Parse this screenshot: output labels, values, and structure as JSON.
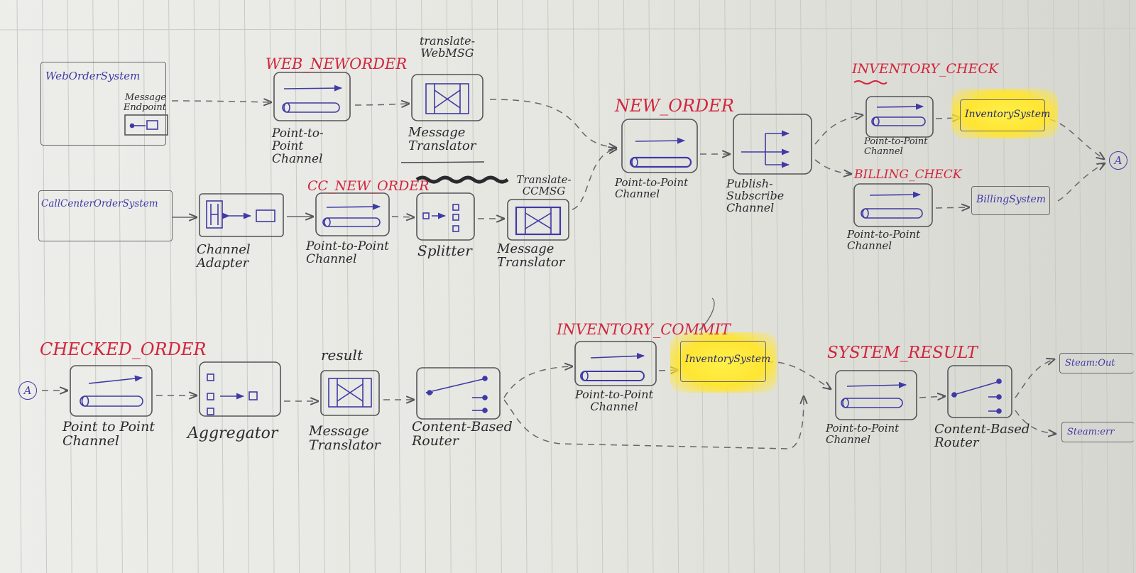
{
  "diagram": {
    "systems": {
      "web_order_system": "WebOrderSystem",
      "message_endpoint": "Message Endpoint",
      "call_center_system": "CallCenterOrderSystem",
      "inventory_system_1": "InventorySystem",
      "billing_system": "BillingSystem",
      "inventory_system_2": "InventorySystem",
      "stream_out": "Steam:Out",
      "stream_err": "Steam:err"
    },
    "channel_names": {
      "web_new_order": "WEB_NEWORDER",
      "translate_web_msg": "translate-WebMSG",
      "cc_new_order": "CC_NEW_ORDER",
      "translate_cc_msg": "Translate-CCMSG",
      "new_order": "NEW_ORDER",
      "inventory_check": "INVENTORY_CHECK",
      "billing_check": "BILLING_CHECK",
      "checked_order": "CHECKED_ORDER",
      "result": "result",
      "inventory_commit": "INVENTORY_COMMIT",
      "system_result": "SYSTEM_RESULT"
    },
    "component_labels": {
      "web_p2p": "Point-to-Point Channel",
      "web_translator": "Message Translator",
      "channel_adapter": "Channel Adapter",
      "cc_p2p": "Point-to-Point Channel",
      "splitter": "Splitter",
      "cc_translator": "Message Translator",
      "new_order_p2p": "Point-to-Point Channel",
      "pubsub": "Publish-Subscribe Channel",
      "inv_check_p2p": "Point-to-Point Channel",
      "billing_p2p": "Point-to-Point Channel",
      "checked_p2p": "Point to Point Channel",
      "aggregator": "Aggregator",
      "result_translator": "Message Translator",
      "cbr_1": "Content-Based Router",
      "inv_commit_p2p": "Point-to-Point Channel",
      "sys_result_p2p": "Point-to-Point Channel",
      "cbr_2": "Content-Based Router"
    },
    "connector": "A",
    "colors": {
      "paper": "#e4e4df",
      "ink": "#2a2a2e",
      "red_ink": "#d2253c",
      "blue_ink": "#3f3aa6",
      "highlight": "#ffe533"
    }
  }
}
